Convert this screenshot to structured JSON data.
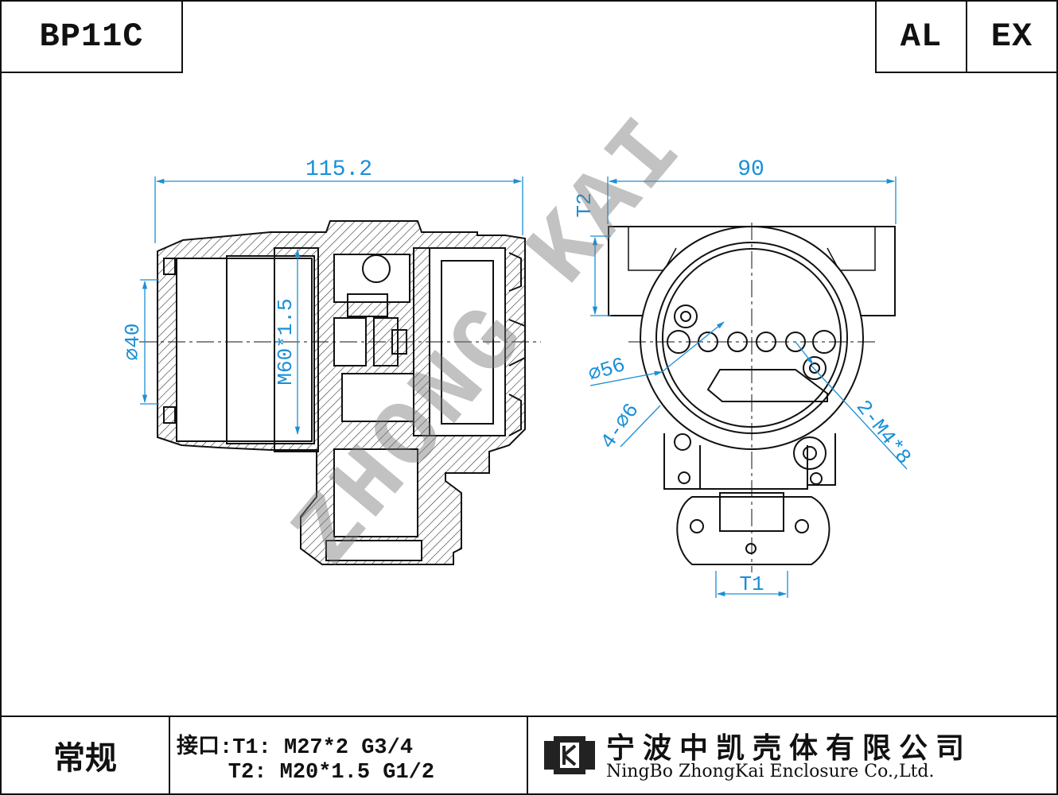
{
  "header": {
    "model": "BP11C",
    "tag_al": "AL",
    "tag_ex": "EX"
  },
  "left_view": {
    "dim_width": "115.2",
    "dim_diameter": "⌀40",
    "dim_thread": "M60*1.5"
  },
  "right_view": {
    "dim_width": "90",
    "dim_t2": "T2",
    "dim_diameter": "⌀56",
    "dim_holes": "4-⌀6",
    "dim_screws": "2-M4*8",
    "dim_t1": "T1"
  },
  "watermark": "ZHONG KAI",
  "footer": {
    "category": "常规",
    "interface_line1": "接口:T1: M27*2 G3/4",
    "interface_line2": "    T2: M20*1.5 G1/2",
    "company_cn": "宁波中凯壳体有限公司",
    "company_en": "NingBo ZhongKai Enclosure Co.,Ltd."
  },
  "colors": {
    "line": "#111111",
    "dimension": "#1a8fd6",
    "watermark": "rgba(120,120,120,0.45)"
  }
}
